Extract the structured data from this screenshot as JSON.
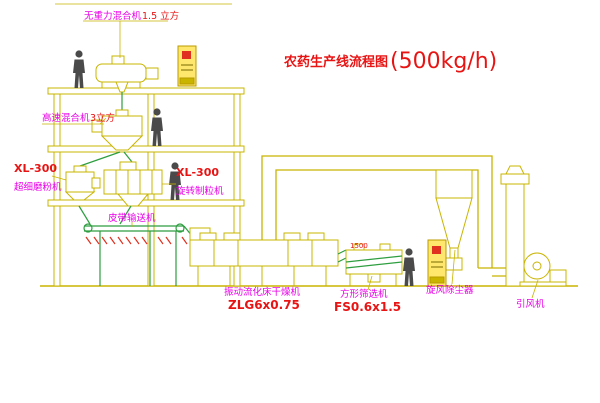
{
  "title": {
    "text": "农药生产线流程图",
    "capacity": "(500kg/h)"
  },
  "labels": {
    "top_mixer": {
      "name": "无重力混合机",
      "size": "1.5 立方"
    },
    "high_speed_mixer": {
      "name": "高速混合机",
      "size": "3立方"
    },
    "fine_mill": {
      "model": "XL-300",
      "name": "超细磨粉机"
    },
    "granulator": {
      "model": "XL-300",
      "name": "旋转制粒机"
    },
    "belt_conveyor": {
      "name": "皮带输送机"
    },
    "dryer": {
      "name": "振动流化床干燥机",
      "model": "ZLG6x0.75"
    },
    "sieve": {
      "name": "方形筛选机",
      "model": "FS0.6x1.5"
    },
    "cyclone": {
      "name": "旋风除尘器"
    },
    "fan": {
      "name": "引风机"
    },
    "dimension_sieve": "1500"
  },
  "colors": {
    "line_yellow": "#c9b400",
    "line_green": "#2e9e40",
    "hatch_red": "#e03020",
    "label_magenta": "#e800e8",
    "text_red": "#e81414",
    "figure_gray": "#4a4a4a",
    "panel_fill": "#ffe76e",
    "background": "#ffffff"
  }
}
